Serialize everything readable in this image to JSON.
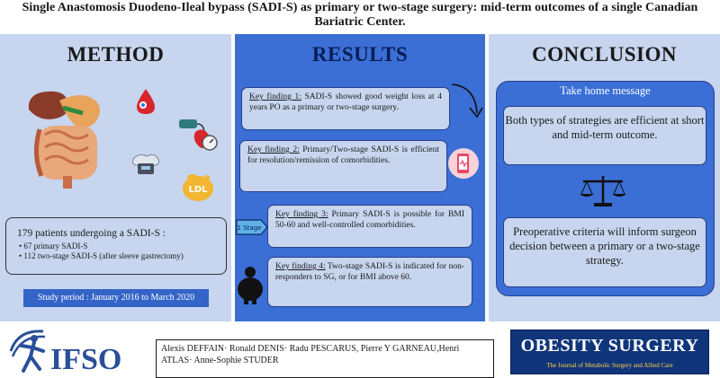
{
  "title": "Single Anastomosis Duodeno-Ileal bypass (SADI-S) as primary or two-stage surgery: mid-term outcomes of a single Canadian Bariatric Center.",
  "method": {
    "heading": "METHOD",
    "patients_main": "179 patients undergoing a SADI-S :",
    "patients_items": [
      "• 67 primary SADI-S",
      "• 112 two-stage SADI-S (after sleeve gastrectomy)"
    ],
    "ldl_label": "LDL",
    "study_period": "Study period : January 2016 to March 2020"
  },
  "results": {
    "heading": "RESULTS",
    "stage_tag": "1 Stage",
    "findings": [
      {
        "key": "Key finding 1:",
        "text": " SADI-S showed good weight loss at 4 years PO as a primary or two-stage surgery."
      },
      {
        "key": "Key finding 2:",
        "text": " Primary/Two-stage SADI-S is efficient for resolution/remission of comorbidities."
      },
      {
        "key": "Key finding 3:",
        "text": " Primary SADI-S is possible for BMI 50-60 and well-controlled comorbidities."
      },
      {
        "key": "Key finding 4:",
        "text": " Two-stage SADI-S is indicated for non-responders to SG, or for BMI above 60."
      }
    ]
  },
  "conclusion": {
    "heading": "CONCLUSION",
    "take_home": "Take home message",
    "box1": "Both types of strategies are efficient at short and mid-term outcome.",
    "box2": "Preoperative criteria will inform surgeon decision between a primary or a two-stage strategy."
  },
  "footer": {
    "ifso": "IFSO",
    "authors": "Alexis DEFFAIN· Ronald DENIS· Radu PESCARUS, Pierre Y GARNEAU,Henri ATLAS· Anne-Sophie STUDER",
    "journal_name": "OBESITY SURGERY",
    "journal_tagline": "The Journal of Metabolic Surgery and Allied Care"
  },
  "colors": {
    "results_panel": "#3b6fd6",
    "side_panel": "#c7d5ee",
    "journal_bg": "#10357a"
  }
}
